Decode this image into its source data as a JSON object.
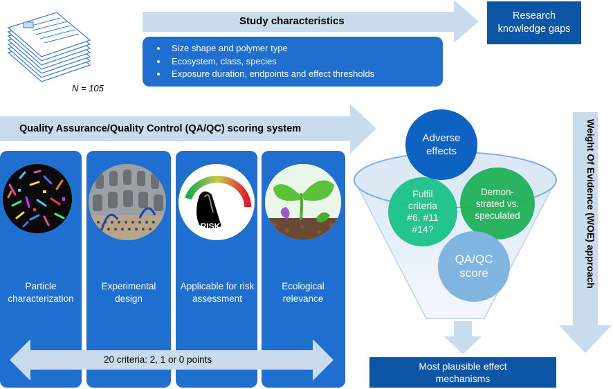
{
  "study_stack": {
    "count_label": "N = 105"
  },
  "study_characteristics": {
    "title": "Study characteristics",
    "bullets": [
      "Size shape and polymer type",
      "Ecosystem, class, species",
      "Exposure duration, endpoints and effect thresholds"
    ]
  },
  "research_gaps": {
    "label": "Research knowledge gaps"
  },
  "qaqc": {
    "title": "Quality Assurance/Quality Control (QA/QC) scoring system"
  },
  "columns": [
    {
      "label": "Particle characterization",
      "icon": "microplastic-particles-icon"
    },
    {
      "label": "Experimental design",
      "icon": "lab-setup-icon"
    },
    {
      "label": "Applicable for risk assessment",
      "icon": "risk-gauge-icon"
    },
    {
      "label": "Ecological relevance",
      "icon": "seedling-icon"
    }
  ],
  "risk_text": "RISK",
  "criteria": {
    "label": "20 criteria: 2, 1 or 0 points"
  },
  "funnel": {
    "adverse": "Adverse effects",
    "fulfil": "Fulfil criteria #6, #11 #14?",
    "demonstrated": "Demon-strated vs. speculated",
    "qaqc_score": "QA/QC score"
  },
  "woe": {
    "label": "Weight Of Evidence (WOE) approach"
  },
  "mechanisms": {
    "label": "Most plausible effect mechanisms"
  },
  "colors": {
    "arrow_light": "#c9dcee",
    "box_blue": "#1f6fd1",
    "dark_blue": "#0d56a6",
    "circle_blue": "#0e63c2",
    "circle_green": "#1cc38a",
    "circle_lightblue": "#7fb5e0"
  }
}
